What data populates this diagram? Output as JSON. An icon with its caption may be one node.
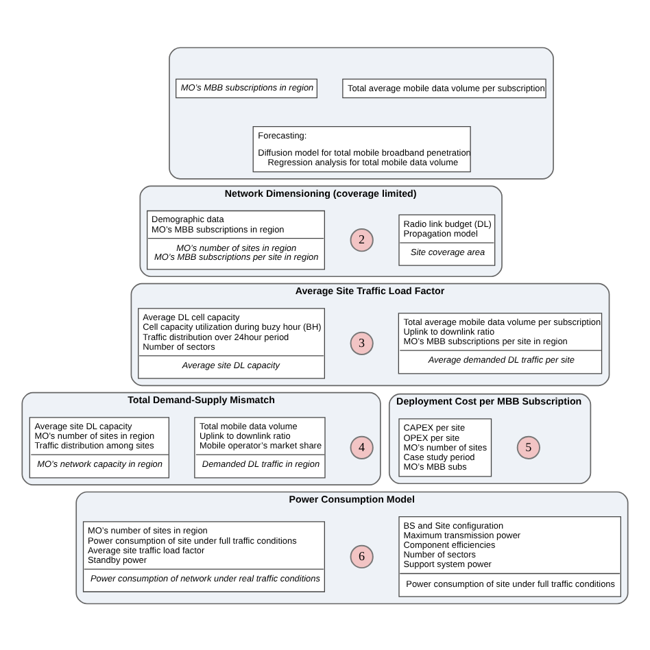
{
  "diagram": {
    "nodes": [
      {
        "text": [],
        "shape": "box"
      },
      {
        "text": [
          "MO’s MBB subscriptions in region"
        ],
        "in": 0
      },
      {
        "text": [
          "Total average mobile data volume per subscription"
        ],
        "in": 0
      },
      {
        "text": [
          "Forecasting:",
          "Diffusion model for total mobile broadband penetration",
          "Regression analysis for total mobile data volume"
        ],
        "in": 0
      },
      {
        "text": [
          "Network Dimensioning (coverage limited)"
        ]
      },
      {
        "text": [
          "Radio link budget (DL)",
          "Propagation model",
          "Site coverage area"
        ],
        "in": 4
      },
      {
        "text": [
          "Demographic data",
          "MO’s MBB subscriptions in region",
          "MO’s number of sites in region",
          "MO’s MBB subscriptions per site in region"
        ],
        "in": 4
      },
      {
        "text": [
          "2"
        ],
        "in": 4
      },
      {
        "text": [
          "Average Site Traffic Load Factor"
        ]
      },
      {
        "text": [
          "Total average mobile data volume per subscription",
          "Uplink to downlink ratio",
          "MO’s MBB subscriptions per site in region",
          "Average demanded DL traffic per site"
        ],
        "in": 8
      },
      {
        "text": [
          "Average DL cell capacity",
          "Cell capacity utilization during buzy hour (BH)",
          "Traffic distribution over 24hour period",
          "Number of sectors",
          "Average site DL capacity"
        ],
        "in": 8
      },
      {
        "text": [
          "3"
        ],
        "in": 8
      },
      {
        "text": [
          "Total Demand-Supply Mismatch"
        ]
      },
      {
        "text": [
          "Average site DL capacity",
          "MO’s number of sites in region",
          "Traffic distribution among sites",
          "MO’s network capacity in region"
        ],
        "in": 12
      },
      {
        "text": [
          "Total mobile data volume",
          "Uplink to downlink ratio",
          "Mobile operator’s market share",
          "Demanded DL traffic in region"
        ],
        "in": 12
      },
      {
        "text": [
          "4"
        ],
        "in": 12
      },
      {
        "text": [
          "Deployment Cost per MBB Subscription"
        ]
      },
      {
        "text": [
          "CAPEX per site",
          "OPEX per site",
          "MO’s number of sites",
          "Case study period",
          "MO’s MBB subs"
        ],
        "in": 16
      },
      {
        "text": [
          "5"
        ],
        "in": 16
      },
      {
        "text": [
          "Power Consumption Model"
        ]
      },
      {
        "text": [
          "BS and Site configuration",
          "Maximum transmission power",
          "Component efficiencies",
          "Number of sectors",
          "Support system power",
          "Power consumption of site under full traffic conditions"
        ],
        "in": 19
      },
      {
        "text": [
          "MO’s number of sites in region",
          "Power consumption of site under full traffic conditions",
          "Average site traffic load factor",
          "Standby power",
          "Power consumption of network under real traffic conditions"
        ],
        "in": 19
      },
      {
        "text": [
          "6"
        ],
        "in": 19
      }
    ],
    "edges": []
  }
}
